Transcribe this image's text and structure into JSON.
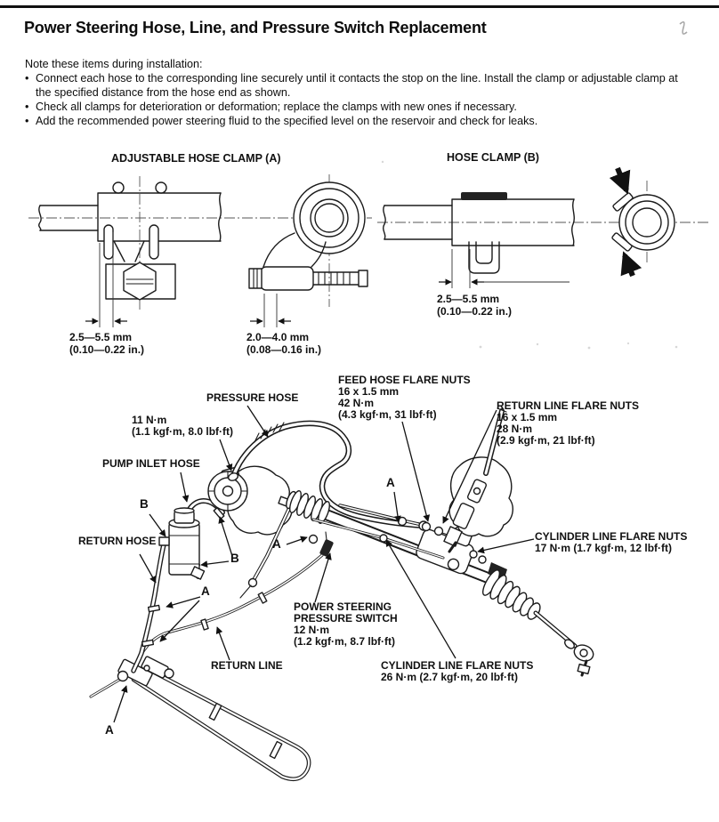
{
  "page": {
    "title": "Power Steering Hose, Line, and Pressure Switch Replacement",
    "intro": "Note these items during installation:",
    "bullets": [
      {
        "marker": "•",
        "text": "Connect each hose to the corresponding line securely until it contacts the stop on the line. Install the clamp or adjustable clamp at the specified distance from the hose end as shown."
      },
      {
        "marker": "•",
        "text": "Check all clamps for deterioration or deformation; replace the clamps with new ones if necessary."
      },
      {
        "marker": "•",
        "text": "Add the recommended power steering fluid to the specified level on the reservoir and check for leaks."
      }
    ]
  },
  "clamp_fig": {
    "adjustable_title": "ADJUSTABLE HOSE CLAMP (A)",
    "hose_b_title": "HOSE CLAMP (B)",
    "dim_a1": "2.5—5.5 mm\n(0.10—0.22 in.)",
    "dim_a2": "2.0—4.0 mm\n(0.08—0.16 in.)",
    "dim_b": "2.5—5.5 mm\n(0.10—0.22 in.)"
  },
  "diagram": {
    "labels": {
      "pressure_hose": "PRESSURE HOSE",
      "feed_hose_flare_nuts": "FEED HOSE FLARE NUTS\n16 x 1.5 mm\n42 N·m\n(4.3 kgf·m, 31 lbf·ft)",
      "return_line_flare_nuts": "RETURN LINE FLARE NUTS\n16 x 1.5 mm\n28 N·m\n(2.9 kgf·m, 21 lbf·ft)",
      "torque_11": "11 N·m\n(1.1 kgf·m, 8.0 lbf·ft)",
      "pump_inlet_hose": "PUMP INLET HOSE",
      "return_hose": "RETURN HOSE",
      "marker_b1": "B",
      "marker_b2": "B",
      "marker_a_mid": "A",
      "marker_a_top": "A",
      "marker_a_left": "A",
      "marker_a_bottom": "A",
      "cylinder_line_flare_nuts_17": "CYLINDER LINE FLARE NUTS\n17 N·m (1.7 kgf·m, 12 lbf·ft)",
      "power_steering_pressure_switch": "POWER STEERING\nPRESSURE SWITCH\n12 N·m\n(1.2 kgf·m, 8.7 lbf·ft)",
      "return_line": "RETURN LINE",
      "cylinder_line_flare_nuts_26": "CYLINDER LINE FLARE NUTS\n26 N·m (2.7 kgf·m, 20 lbf·ft)"
    }
  }
}
